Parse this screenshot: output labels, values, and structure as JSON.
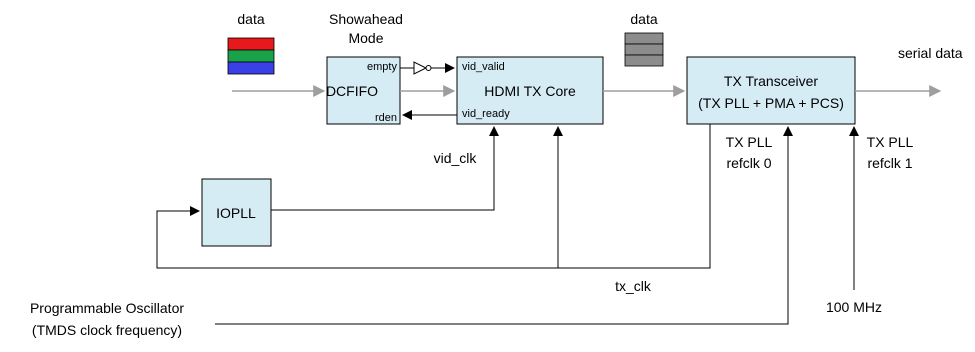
{
  "labels": {
    "data_left": "data",
    "showahead_line1": "Showahead",
    "showahead_line2": "Mode",
    "data_right": "data",
    "serial_data": "serial data",
    "vid_clk": "vid_clk",
    "tx_clk": "tx_clk",
    "tx_pll_refclk0_line1": "TX PLL",
    "tx_pll_refclk0_line2": "refclk 0",
    "tx_pll_refclk1_line1": "TX PLL",
    "tx_pll_refclk1_line2": "refclk 1",
    "oscillator_line1": "Programmable Oscillator",
    "oscillator_line2": "(TMDS clock frequency)",
    "freq_100mhz": "100 MHz"
  },
  "blocks": {
    "dcfifo": {
      "title": "DCFIFO",
      "port_empty": "empty",
      "port_rden": "rden"
    },
    "hdmi_tx_core": {
      "title": "HDMI TX Core",
      "port_vid_valid": "vid_valid",
      "port_vid_ready": "vid_ready"
    },
    "tx_transceiver": {
      "title_line1": "TX Transceiver",
      "title_line2": "(TX PLL + PMA + PCS)"
    },
    "iopll": {
      "title": "IOPLL"
    }
  },
  "colors": {
    "block_fill": "#d6ecf5",
    "data_red": "#e8191c",
    "data_green": "#1aa24a",
    "data_blue": "#3a3fe6",
    "data_gray": "#8c8c8c",
    "signal_gray": "#9e9e9e"
  }
}
